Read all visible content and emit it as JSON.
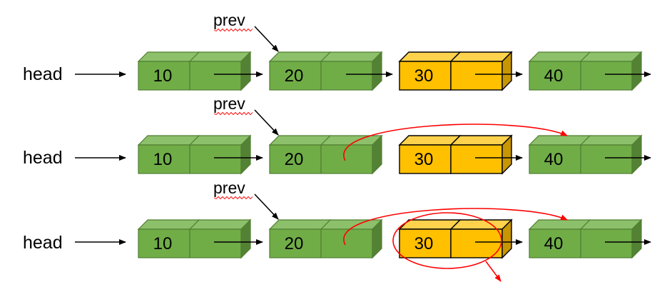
{
  "rows": [
    {
      "head_label": "head",
      "prev_label": "prev",
      "nodes": [
        {
          "value": "10",
          "color": "green"
        },
        {
          "value": "20",
          "color": "green"
        },
        {
          "value": "30",
          "color": "yellow"
        },
        {
          "value": "40",
          "color": "green"
        }
      ],
      "bypass_link": false,
      "removed_circle": false
    },
    {
      "head_label": "head",
      "prev_label": "prev",
      "nodes": [
        {
          "value": "10",
          "color": "green"
        },
        {
          "value": "20",
          "color": "green"
        },
        {
          "value": "30",
          "color": "yellow"
        },
        {
          "value": "40",
          "color": "green"
        }
      ],
      "bypass_link": true,
      "removed_circle": false
    },
    {
      "head_label": "head",
      "prev_label": "prev",
      "nodes": [
        {
          "value": "10",
          "color": "green"
        },
        {
          "value": "20",
          "color": "green"
        },
        {
          "value": "30",
          "color": "yellow"
        },
        {
          "value": "40",
          "color": "green"
        }
      ],
      "bypass_link": true,
      "removed_circle": true
    }
  ],
  "colors": {
    "green_front": "#70ad47",
    "green_top": "#8dc06a",
    "green_side": "#548235",
    "green_stroke": "#507e32",
    "yellow_front": "#ffc000",
    "yellow_top": "#ffd24d",
    "yellow_side": "#c89600",
    "yellow_stroke": "#000000",
    "arrow": "#000000",
    "highlight": "#ff0000"
  }
}
